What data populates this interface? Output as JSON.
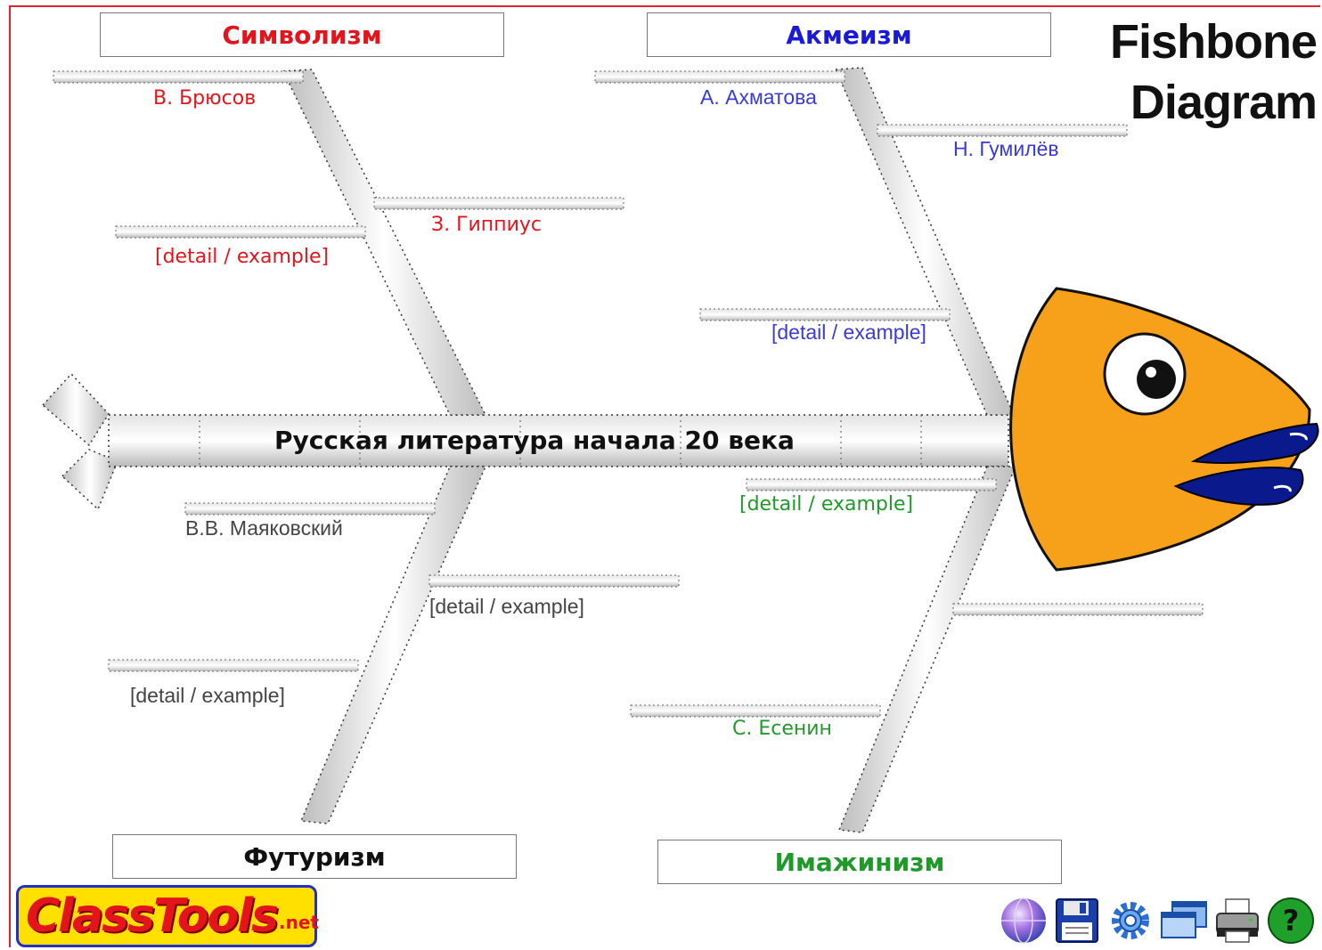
{
  "title": {
    "line1": "Fishbone",
    "line2": "Diagram"
  },
  "spine_label": "Русская литература начала 20 века",
  "categories": {
    "top_left": {
      "label": "Символизм",
      "color": "#e3141c"
    },
    "top_right": {
      "label": "Акмеизм",
      "color": "#1a1ad6"
    },
    "bottom_left": {
      "label": "Футуризм",
      "color": "#111111"
    },
    "bottom_right": {
      "label": "Имажинизм",
      "color": "#1f9a2a"
    }
  },
  "causes": {
    "brusov": "В. Брюсов",
    "gippius": "З. Гиппиус",
    "sym_detail": "[detail / example]",
    "akhmatova": "А. Ахматова",
    "gumilev": "Н. Гумилёв",
    "akm_detail": "[detail / example]",
    "mayakovsky": "В.В. Маяковский",
    "fut_detail1": "[detail / example]",
    "fut_detail2": "[detail / example]",
    "imag_detail": "[detail / example]",
    "esenin": "С. Есенин"
  },
  "colors": {
    "fish_head": "#f7a11a",
    "fish_lips": "#0a1a8c",
    "frame": "#e02030"
  },
  "logo": {
    "text": "ClassTools",
    "suffix": ".net"
  },
  "toolbar": {
    "icons": [
      "globe-icon",
      "save-icon",
      "settings-icon",
      "windows-icon",
      "print-icon",
      "help-icon"
    ]
  }
}
